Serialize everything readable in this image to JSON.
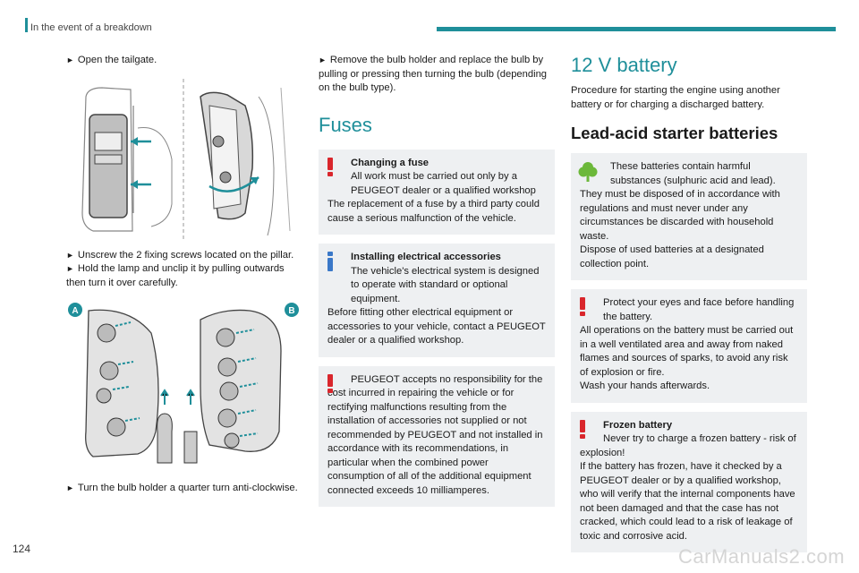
{
  "header": {
    "section": "In the event of a breakdown"
  },
  "page_number": "124",
  "watermark": "CarManuals2.com",
  "col1": {
    "step1": "Open the tailgate.",
    "step2": "Unscrew the 2 fixing screws located on the pillar.",
    "step3": "Hold the lamp and unclip it by pulling outwards then turn it over carefully.",
    "label_a": "A",
    "label_b": "B",
    "step4": "Turn the bulb holder a quarter turn anti-clockwise."
  },
  "col2": {
    "step1": "Remove the bulb holder and replace the bulb by pulling or pressing then turning the bulb (depending on the bulb type).",
    "fuses_title": "Fuses",
    "box1_title": "Changing a fuse",
    "box1_line1": "All work must be carried out only by a PEUGEOT dealer or a qualified workshop",
    "box1_line2": "The replacement of a fuse by a third party could cause a serious malfunction of the vehicle.",
    "box2_title": "Installing electrical accessories",
    "box2_line1": "The vehicle's electrical system is designed to operate with standard or optional equipment.",
    "box2_line2": "Before fitting other electrical equipment or accessories to your vehicle, contact a PEUGEOT dealer or a qualified workshop.",
    "box3_text": "PEUGEOT accepts no responsibility for the cost incurred in repairing the vehicle or for rectifying malfunctions resulting from the installation of accessories not supplied or not recommended by PEUGEOT and not installed in accordance with its recommendations, in particular when the combined power consumption of all of the additional equipment connected exceeds 10 milliamperes."
  },
  "col3": {
    "title": "12 V battery",
    "intro": "Procedure for starting the engine using another battery or for charging a discharged battery.",
    "subtitle": "Lead-acid starter batteries",
    "box1_line1": "These batteries contain harmful substances (sulphuric acid and lead).",
    "box1_line2": "They must be disposed of in accordance with regulations and must never under any circumstances be discarded with household waste.",
    "box1_line3": "Dispose of used batteries at a designated collection point.",
    "box2_line1": "Protect your eyes and face before handling the battery.",
    "box2_line2": "All operations on the battery must be carried out in a well ventilated area and away from naked flames and sources of sparks, to avoid any risk of explosion or fire.",
    "box2_line3": "Wash your hands afterwards.",
    "box3_title": "Frozen battery",
    "box3_line1": "Never try to charge a frozen battery - risk of explosion!",
    "box3_line2": "If the battery has frozen, have it checked by a PEUGEOT dealer or by a qualified workshop, who will verify that the internal components have not been damaged and that the case has not cracked, which could lead to a risk of leakage of toxic and corrosive acid."
  },
  "colors": {
    "accent": "#1f8f9a",
    "warning": "#d9262c",
    "info": "#3a78c8",
    "eco": "#6cb83a",
    "box_bg": "#eef0f2"
  },
  "icons": {
    "step": "triangle-right-icon",
    "warning": "exclamation-icon",
    "info": "info-icon",
    "eco": "tree-icon"
  }
}
